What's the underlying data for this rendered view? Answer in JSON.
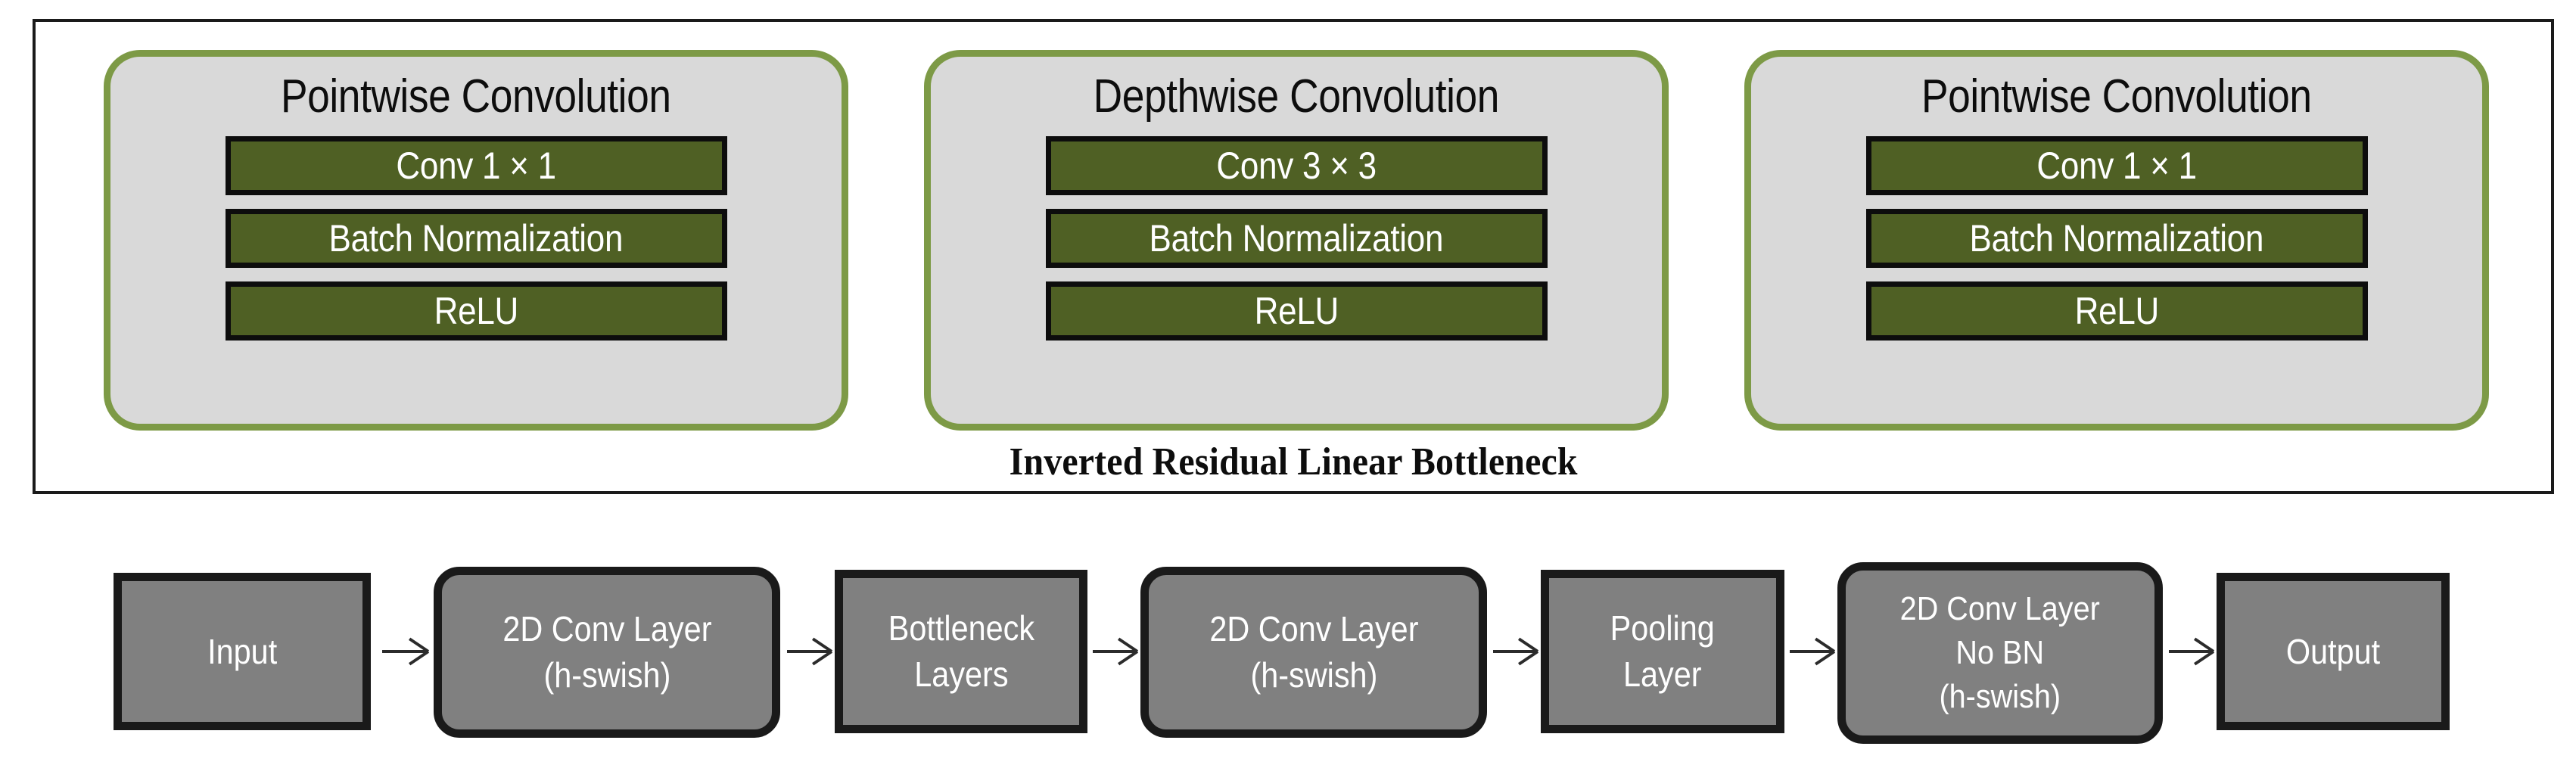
{
  "bottleneck": {
    "caption": "Inverted Residual Linear Bottleneck",
    "panels": [
      {
        "title": "Pointwise Convolution",
        "layers": [
          "Conv 1 × 1",
          "Batch Normalization",
          "ReLU"
        ]
      },
      {
        "title": "Depthwise Convolution",
        "layers": [
          "Conv 3 × 3",
          "Batch Normalization",
          "ReLU"
        ]
      },
      {
        "title": "Pointwise Convolution",
        "layers": [
          "Conv 1 × 1",
          "Batch Normalization",
          "ReLU"
        ]
      }
    ]
  },
  "pipeline": {
    "nodes": [
      {
        "label": "Input",
        "shape": "rect"
      },
      {
        "label": "2D Conv Layer\n(h-swish)",
        "shape": "rounded"
      },
      {
        "label": "Bottleneck\nLayers",
        "shape": "rect"
      },
      {
        "label": "2D Conv Layer\n(h-swish)",
        "shape": "rounded"
      },
      {
        "label": "Pooling\nLayer",
        "shape": "rect"
      },
      {
        "label": "2D Conv Layer\nNo BN\n(h-swish)",
        "shape": "rounded"
      },
      {
        "label": "Output",
        "shape": "rect"
      }
    ]
  },
  "colors": {
    "panel_border_green": "#7d9a46",
    "panel_fill_gray": "#d9d9d9",
    "layer_bar_green": "#4f6024",
    "node_gray": "#808080",
    "outline_black": "#1a1a1a",
    "text_white": "#ffffff"
  }
}
